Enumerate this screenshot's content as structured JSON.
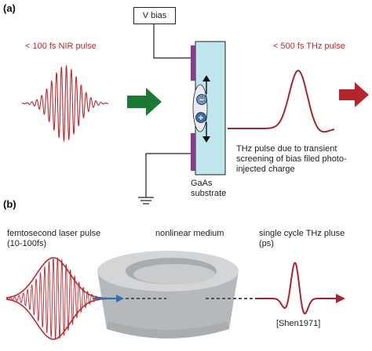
{
  "panel_a": {
    "label": "(a)",
    "nir_pulse_label": "< 100 fs NIR pulse",
    "bias_label": "V bias",
    "thz_pulse_label": "< 500 fs THz pulse",
    "minus_sign": "−",
    "plus_sign": "+",
    "substrate_label_line1": "GaAs",
    "substrate_label_line2": "substrate",
    "caption_line1": "THz pulse due to transient",
    "caption_line2": "screening of bias filed photo-",
    "caption_line3": "injected charge"
  },
  "panel_b": {
    "label": "(b)",
    "laser_label_line1": "femtosecond laser pulse",
    "laser_label_line2": "(10-100fs)",
    "medium_label": "nonlinear medium",
    "thz_label_line1": "single cycle THz pluse",
    "thz_label_line2": "(ps)",
    "citation": "[Shen1971]"
  },
  "colors": {
    "pulse_red": "#c2272d",
    "arrow_green": "#1a7a34",
    "substrate_fill": "#bfe6ec",
    "electrode_purple": "#8a3a8f",
    "medium_gray": "#b9bcbf",
    "beam_blue": "#2f6fb5"
  }
}
